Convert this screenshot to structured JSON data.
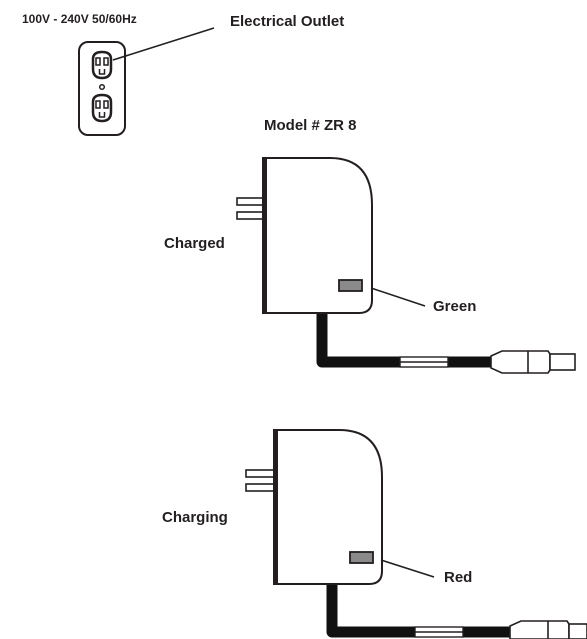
{
  "outlet": {
    "voltage": "100V - 240V 50/60Hz",
    "title": "Electrical Outlet"
  },
  "model": "Model # ZR 8",
  "charger_charged": {
    "state": "Charged",
    "led": "Green",
    "led_color": "#8a8a8a"
  },
  "charger_charging": {
    "state": "Charging",
    "led": "Red",
    "led_color": "#8a8a8a"
  },
  "colors": {
    "ink": "#231f20",
    "cord": "#111111"
  }
}
